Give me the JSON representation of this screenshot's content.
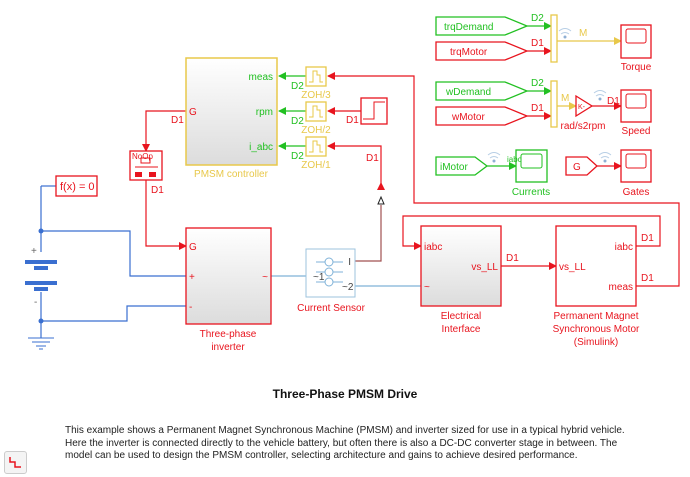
{
  "colors": {
    "signal_d1": "#e8141e",
    "signal_d2": "#22c022",
    "mux": "#e8c84a",
    "physical": "#3a6fd0",
    "sensor": "#7fb2d8"
  },
  "blocks": {
    "pmsm_controller": {
      "label": "PMSM controller",
      "ports": {
        "g": "G",
        "meas": "meas",
        "rpm": "rpm",
        "i_abc": "i_abc"
      }
    },
    "zoh1": "ZOH/1",
    "zoh2": "ZOH/2",
    "zoh3": "ZOH/3",
    "noop": "NoOp",
    "solver": "f(x) = 0",
    "inverter": {
      "label1": "Three-phase",
      "label2": "inverter",
      "ports": {
        "g": "G",
        "plus": "+",
        "minus": "-",
        "ac": "~"
      }
    },
    "battery": {
      "plus": "+",
      "minus": "-"
    },
    "current_sensor": {
      "label": "Current Sensor",
      "ports": {
        "i": "I",
        "p1": "~1",
        "p2": "~2"
      }
    },
    "electrical_interface": {
      "label1": "Electrical",
      "label2": "Interface",
      "ports": {
        "iabc": "iabc",
        "vs_ll": "vs_LL",
        "ac": "~"
      }
    },
    "pmsm": {
      "label1": "Permanent Magnet",
      "label2": "Synchronous Motor",
      "label3": "(Simulink)",
      "ports": {
        "vs_ll": "vs_LL",
        "iabc": "iabc",
        "meas": "meas"
      }
    },
    "from_tags": {
      "trqDemand": "trqDemand",
      "trqMotor": "trqMotor",
      "wDemand": "wDemand",
      "wMotor": "wMotor",
      "iMotor": "iMotor",
      "G": "G"
    },
    "gain": {
      "label": "rad/s2rpm",
      "glyph": "K-"
    },
    "scopes": {
      "torque": "Torque",
      "speed": "Speed",
      "currents": "Currents",
      "gates": "Gates",
      "currents_port": "iabc"
    }
  },
  "signal_labels": {
    "d1": "D1",
    "d2": "D2",
    "m": "M"
  },
  "title": "Three-Phase PMSM Drive",
  "description": "This example shows a Permanent Magnet Synchronous Machine (PMSM) and inverter sized for use in a typical hybrid vehicle. Here the inverter is connected directly to the vehicle battery, but often there is also a DC-DC converter stage in between. The model can be used to design the PMSM controller, selecting architecture and gains to achieve desired performance."
}
